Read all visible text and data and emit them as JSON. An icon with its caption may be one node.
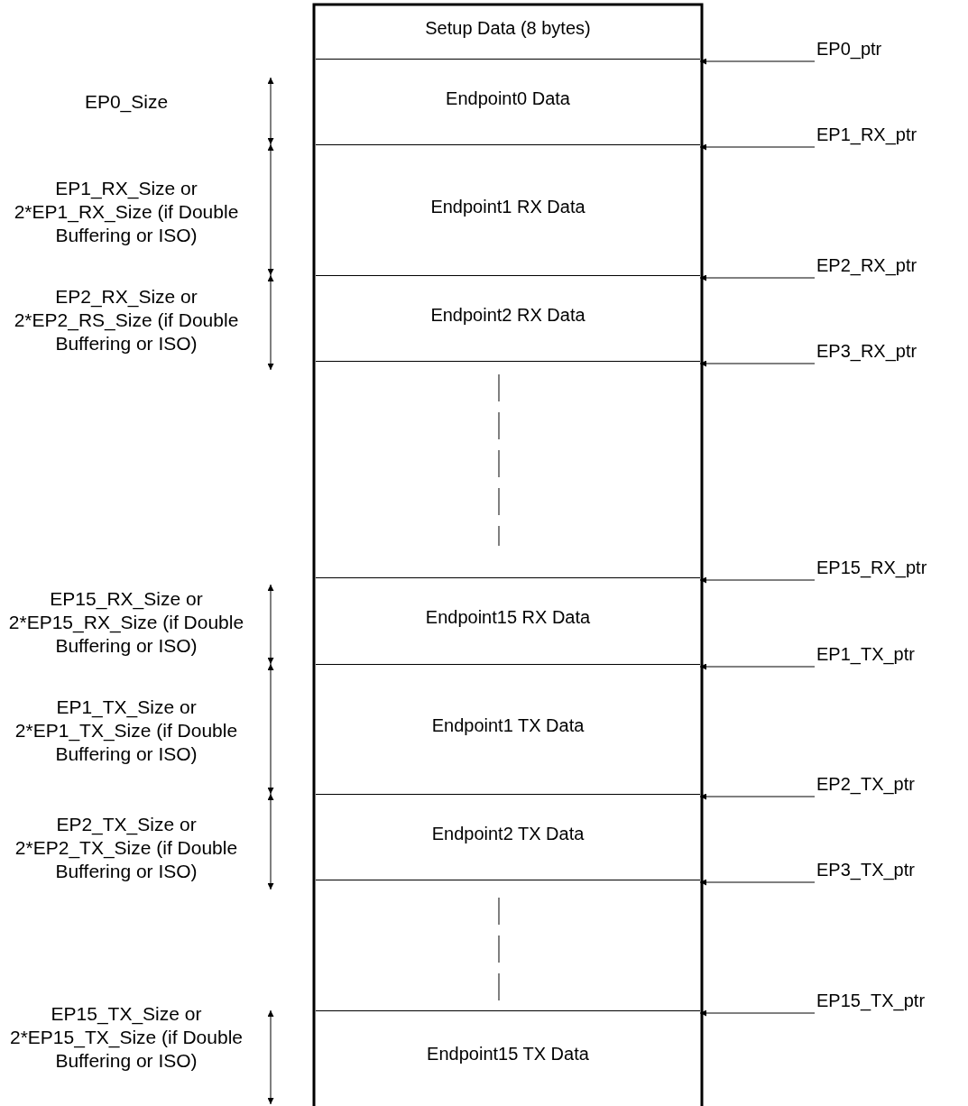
{
  "diagram": {
    "nodes": [
      {
        "text": [
          "Setup Data (8 bytes)"
        ]
      },
      {
        "text": [
          "Endpoint0 Data"
        ]
      },
      {
        "text": [
          "Endpoint1 RX Data"
        ]
      },
      {
        "text": [
          "Endpoint2 RX Data"
        ]
      },
      {
        "text": [],
        "shape": "box"
      },
      {
        "text": [
          "Endpoint15 RX Data"
        ]
      },
      {
        "text": [
          "Endpoint1 TX Data"
        ]
      },
      {
        "text": [
          "Endpoint2 TX Data"
        ]
      },
      {
        "text": [],
        "shape": "box"
      },
      {
        "text": [
          "Endpoint15 TX Data"
        ]
      },
      {
        "text": [
          "EP0_ptr"
        ]
      },
      {
        "text": [
          "EP1_RX_ptr"
        ]
      },
      {
        "text": [
          "EP2_RX_ptr"
        ]
      },
      {
        "text": [
          "EP3_RX_ptr"
        ]
      },
      {
        "text": [
          "EP15_RX_ptr"
        ]
      },
      {
        "text": [
          "EP1_TX_ptr"
        ]
      },
      {
        "text": [
          "EP2_TX_ptr"
        ]
      },
      {
        "text": [
          "EP3_TX_ptr"
        ]
      },
      {
        "text": [
          "EP15_TX_ptr"
        ]
      }
    ],
    "edges": [
      {
        "from": 10,
        "to": 1,
        "arrow": "to"
      },
      {
        "from": 11,
        "to": 2,
        "arrow": "to"
      },
      {
        "from": 12,
        "to": 3,
        "arrow": "to"
      },
      {
        "from": 13,
        "to": 4,
        "arrow": "to"
      },
      {
        "from": 14,
        "to": 5,
        "arrow": "to"
      },
      {
        "from": 15,
        "to": 6,
        "arrow": "to"
      },
      {
        "from": 16,
        "to": 7,
        "arrow": "to"
      },
      {
        "from": 17,
        "to": 8,
        "arrow": "to"
      },
      {
        "from": 18,
        "to": 9,
        "arrow": "to"
      }
    ],
    "labels": [
      "EP0_Size",
      "EP1_RX_Size or 2*EP1_RX_Size (if Double Buffering or ISO)",
      "EP2_RX_Size or 2*EP2_RS_Size (if Double Buffering or ISO)",
      "EP15_RX_Size or 2*EP15_RX_Size (if Double Buffering or ISO)",
      "EP1_TX_Size or 2*EP1_TX_Size (if Double Buffering or ISO)",
      "EP2_TX_Size or 2*EP2_TX_Size (if Double Buffering or ISO)",
      "EP15_TX_Size or 2*EP15_TX_Size (if Double Buffering or ISO)"
    ]
  }
}
